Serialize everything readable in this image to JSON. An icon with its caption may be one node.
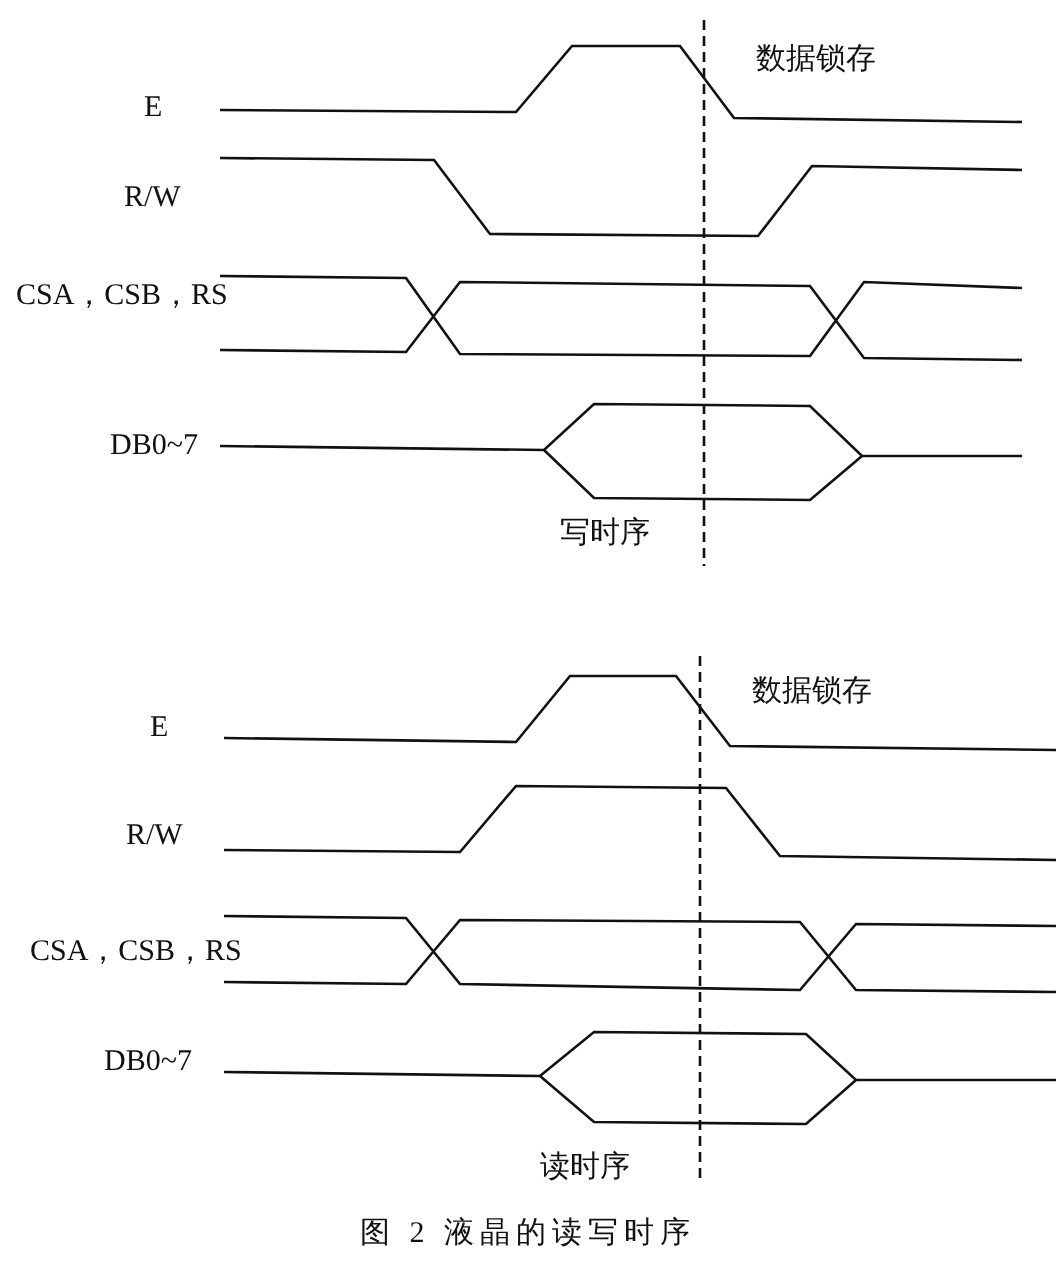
{
  "diagram": {
    "caption": "图 2 液晶的读写时序",
    "labels": [
      "数据锁存",
      "E",
      "R/W",
      "CSA，CSB，RS",
      "DB0~7",
      "写时序",
      "数据锁存",
      "E",
      "R/W",
      "CSA，CSB，RS",
      "DB0~7",
      "读时序"
    ]
  }
}
